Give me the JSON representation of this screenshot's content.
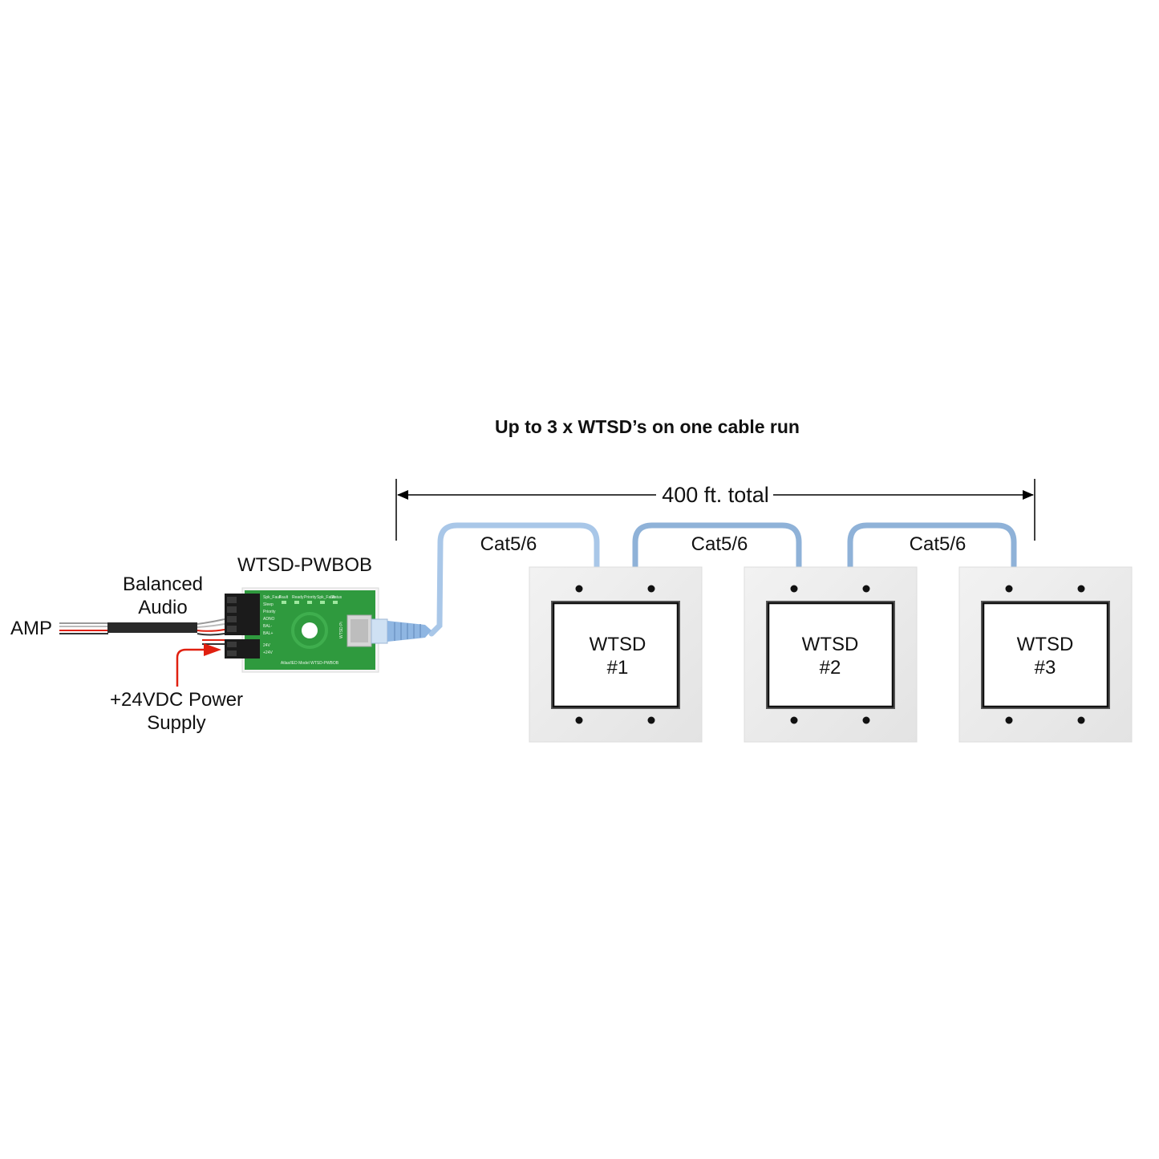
{
  "diagram": {
    "title": "Up to 3 x WTSD’s on one cable run",
    "distance_label": "400 ft. total",
    "amp_label": "AMP",
    "balanced_audio_label": [
      "Balanced",
      "Audio"
    ],
    "power_label": [
      "+24VDC Power",
      "Supply"
    ],
    "interface_label": "WTSD-PWBOB",
    "cable_labels": [
      "Cat5/6",
      "Cat5/6",
      "Cat5/6"
    ],
    "stations": [
      {
        "name": "WTSD",
        "number": "#1"
      },
      {
        "name": "WTSD",
        "number": "#2"
      },
      {
        "name": "WTSD",
        "number": "#3"
      }
    ],
    "pcb_pin_labels": [
      "Spk_Fault",
      "Sleep",
      "Priority",
      "ADNO",
      "BAL-",
      "BAL+",
      "",
      "24V",
      "+24V"
    ],
    "pcb_led_labels": [
      "Fault",
      "Ready",
      "Priority",
      "Spk_Fault",
      "Status"
    ],
    "pcb_side_label": "WTSD Pi",
    "pcb_model_label": "Atlas/IED Model WTSD-PWBOB",
    "colors": {
      "cable": "#8fb2d8",
      "cable_light": "#a9c7e8",
      "pcb": "#2f9a3e",
      "arrow": "#e02010",
      "plate": "#ececec"
    }
  }
}
